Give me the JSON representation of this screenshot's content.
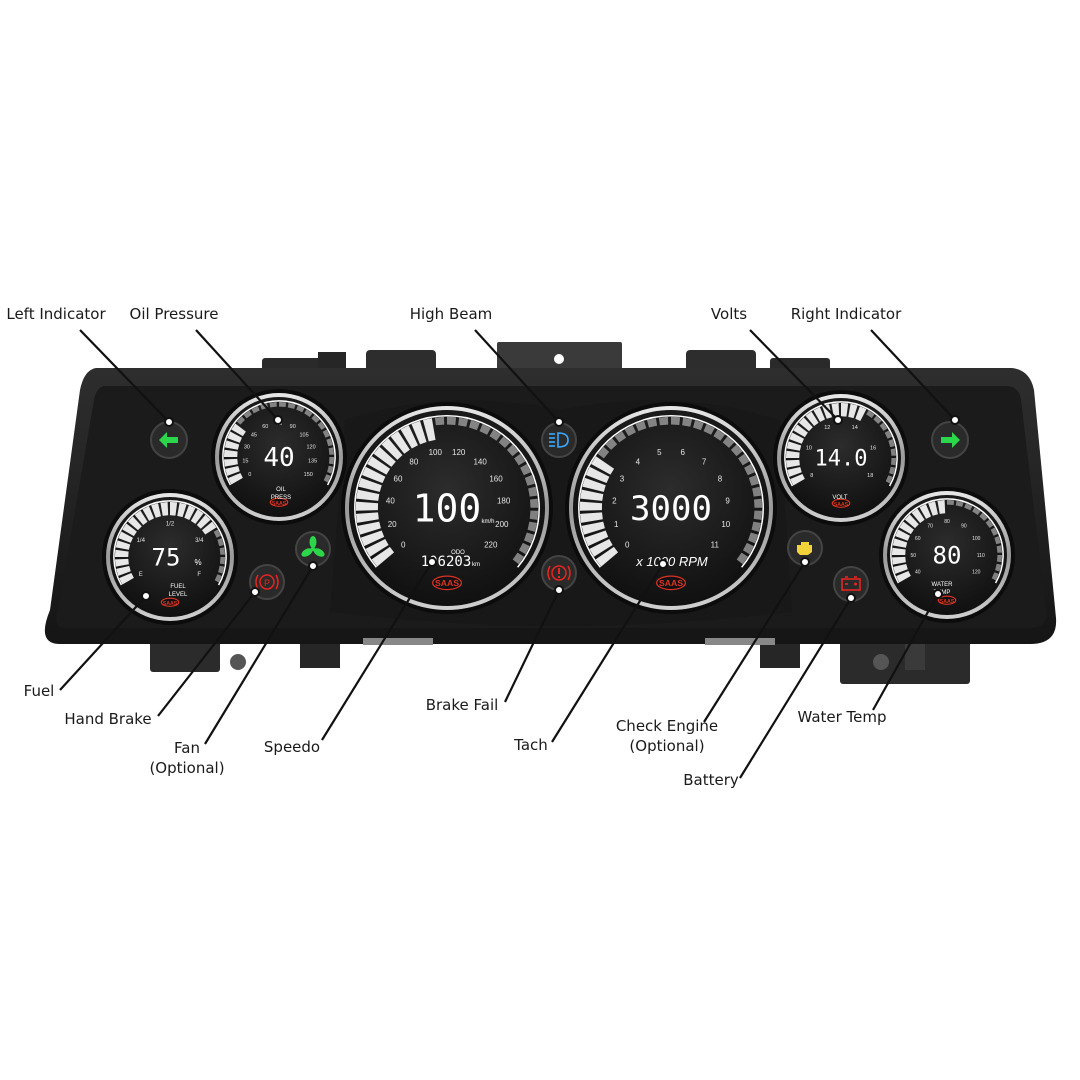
{
  "callouts": {
    "left_indicator": "Left Indicator",
    "oil_pressure": "Oil Pressure",
    "high_beam": "High Beam",
    "volts": "Volts",
    "right_indicator": "Right Indicator",
    "fuel": "Fuel",
    "hand_brake": "Hand Brake",
    "fan": [
      "Fan",
      "(Optional)"
    ],
    "speedo": "Speedo",
    "brake_fail": "Brake Fail",
    "tach": "Tach",
    "check_engine": [
      "Check Engine",
      "(Optional)"
    ],
    "water_temp": "Water Temp",
    "battery": "Battery"
  },
  "gauges": {
    "speedo": {
      "value": "100",
      "unit": "km/h",
      "odo_label": "ODO",
      "odo": "106203",
      "odo_unit": "km",
      "ticks": [
        "0",
        "20",
        "40",
        "60",
        "80",
        "100",
        "120",
        "140",
        "160",
        "180",
        "200",
        "220"
      ],
      "fill": 0.45
    },
    "tach": {
      "value": "3000",
      "unit": "x 1000 RPM",
      "ticks": [
        "0",
        "1",
        "2",
        "3",
        "4",
        "5",
        "6",
        "7",
        "8",
        "9",
        "10",
        "11"
      ],
      "fill": 0.27
    },
    "oil": {
      "value": "40",
      "label": [
        "OIL",
        "PRESS"
      ],
      "ticks": [
        "0",
        "15",
        "30",
        "45",
        "60",
        "75",
        "90",
        "105",
        "120",
        "135",
        "150"
      ],
      "fill": 0.27
    },
    "fuel": {
      "value": "75",
      "unit": "%",
      "label": [
        "FUEL",
        "LEVEL"
      ],
      "ticks": [
        "E",
        "1/4",
        "1/2",
        "3/4",
        "F"
      ],
      "fill": 0.75
    },
    "volt": {
      "value": "14.0",
      "label": "VOLT",
      "ticks": [
        "8",
        "10",
        "12",
        "14",
        "16",
        "18"
      ],
      "fill": 0.6
    },
    "water": {
      "value": "80",
      "label": [
        "WATER",
        "TEMP"
      ],
      "ticks": [
        "40",
        "50",
        "60",
        "70",
        "80",
        "90",
        "100",
        "110",
        "120"
      ],
      "fill": 0.5
    },
    "brand": "SAAS"
  },
  "colors": {
    "indicator_green": "#2bd64a",
    "high_beam_blue": "#39a9ff",
    "warning_red": "#e5251f",
    "check_engine_yellow": "#f2d43a",
    "gauge_white": "#ffffff",
    "dash_dark": "#1f1f1f"
  }
}
